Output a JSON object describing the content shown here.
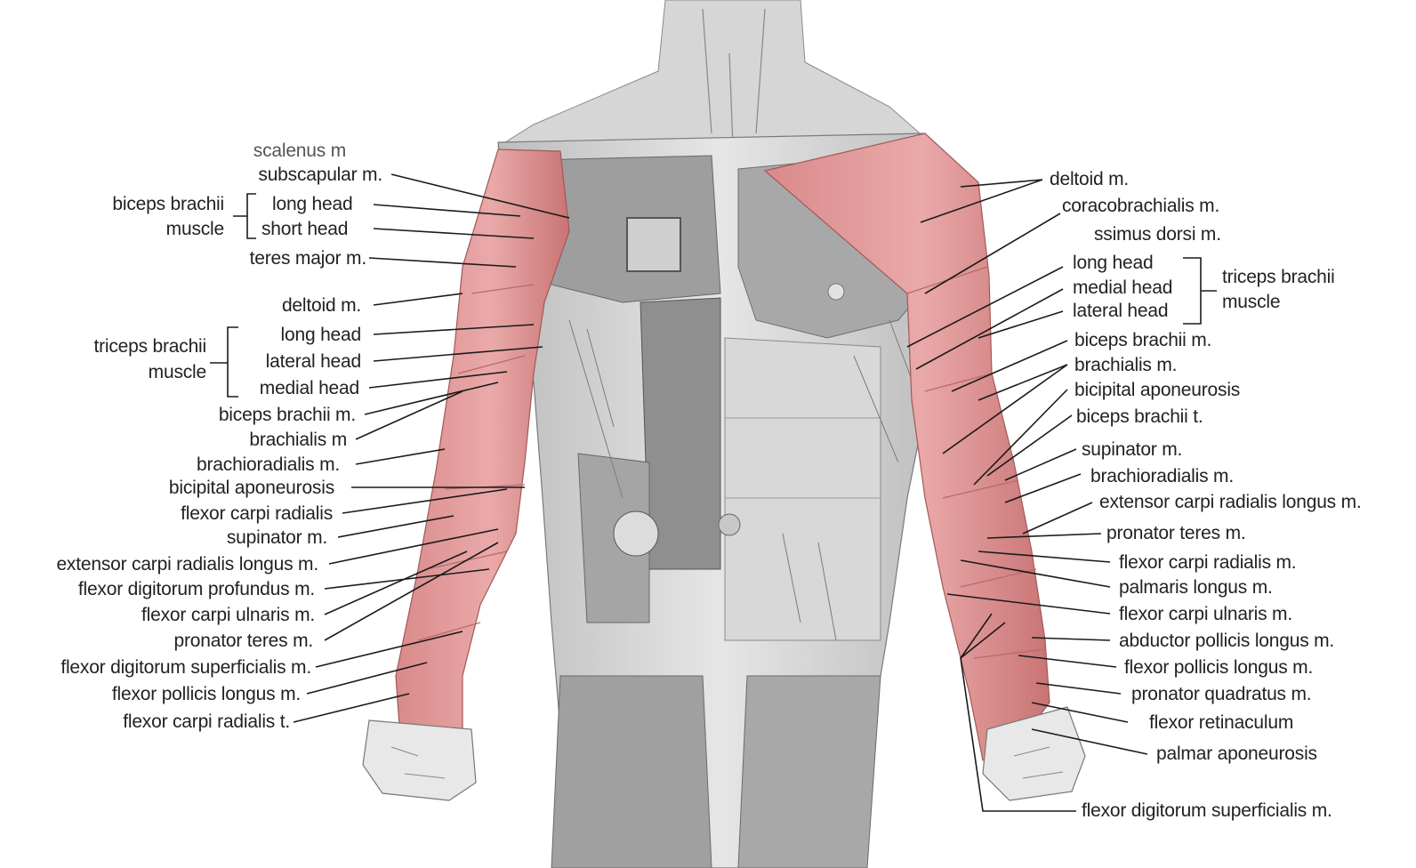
{
  "colors": {
    "highlight": "#d98a8a",
    "highlight_dark": "#b55f5f",
    "muscle": "#9a9a9a",
    "line": "#1a1a1a"
  },
  "labels": {
    "left": {
      "scalenus": "scalenus m",
      "subscapular": "subscapular m.",
      "biceps_group1": "biceps brachii",
      "biceps_group2": "muscle",
      "long_head": "long head",
      "short_head": "short head",
      "teres_major": "teres major m.",
      "deltoid": "deltoid m.",
      "triceps_group1": "triceps brachii",
      "triceps_group2": "muscle",
      "tri_long_head": "long head",
      "tri_lateral_head": "lateral head",
      "tri_medial_head": "medial head",
      "biceps_brachii": "biceps brachii m.",
      "brachialis": "brachialis m",
      "brachioradialis": "brachioradialis m.",
      "bicipital_aponeurosis": "bicipital aponeurosis",
      "flexor_carpi_radialis": "flexor carpi radialis",
      "supinator": "supinator m.",
      "ext_carpi_rad_longus": "extensor carpi radialis longus m.",
      "flex_dig_profundus": "flexor digitorum profundus m.",
      "flex_carpi_ulnaris": "flexor carpi ulnaris m.",
      "pronator_teres": "pronator teres m.",
      "flex_dig_superficialis": "flexor digitorum superficialis m.",
      "flex_pollicis_longus": "flexor pollicis longus m.",
      "flex_carpi_radialis_t": "flexor carpi radialis t."
    },
    "right": {
      "deltoid": "deltoid m.",
      "coracobrachialis": "coracobrachialis m.",
      "latissimus": "ssimus dorsi m.",
      "long_head": "long head",
      "medial_head": "medial head",
      "lateral_head": "lateral head",
      "triceps_group1": "triceps brachii",
      "triceps_group2": "muscle",
      "biceps_brachii": "biceps brachii m.",
      "brachialis": "brachialis m.",
      "bicipital_aponeurosis": "bicipital aponeurosis",
      "biceps_brachii_t": "biceps brachii t.",
      "supinator": "supinator m.",
      "brachioradialis": "brachioradialis m.",
      "ext_carpi_rad_longus": "extensor carpi radialis longus m.",
      "pronator_teres": "pronator teres m.",
      "flex_carpi_radialis": "flexor carpi radialis m.",
      "palmaris_longus": "palmaris longus m.",
      "flex_carpi_ulnaris": "flexor carpi ulnaris m.",
      "abductor_pollicis": "abductor pollicis longus m.",
      "flex_pollicis_longus": "flexor pollicis longus m.",
      "pronator_quadratus": "pronator quadratus m.",
      "flexor_retinaculum": "flexor retinaculum",
      "palmar_aponeurosis": "palmar aponeurosis",
      "flex_dig_superficialis": "flexor digitorum superficialis m."
    }
  }
}
